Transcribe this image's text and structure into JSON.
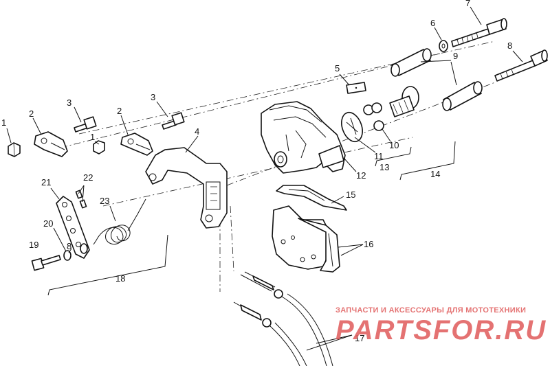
{
  "diagram": {
    "callouts": {
      "c1a": "1",
      "c1b": "1",
      "c2a": "2",
      "c2b": "2",
      "c3a": "3",
      "c3b": "3",
      "c4": "4",
      "c5": "5",
      "c6": "6",
      "c7": "7",
      "c8": "8",
      "c8b": "8",
      "c9": "9",
      "c10": "10",
      "c11": "11",
      "c12": "12",
      "c13": "13",
      "c14": "14",
      "c15": "15",
      "c16": "16",
      "c17": "17",
      "c18": "18",
      "c19": "19",
      "c20": "20",
      "c21": "21",
      "c22": "22",
      "c23": "23"
    }
  },
  "watermark": {
    "tagline": "ЗАПЧАСТИ И АКСЕССУАРЫ ДЛЯ МОТОТЕХНИКИ",
    "logo": "PARTSFOR.RU",
    "color": "#e05a5a"
  }
}
